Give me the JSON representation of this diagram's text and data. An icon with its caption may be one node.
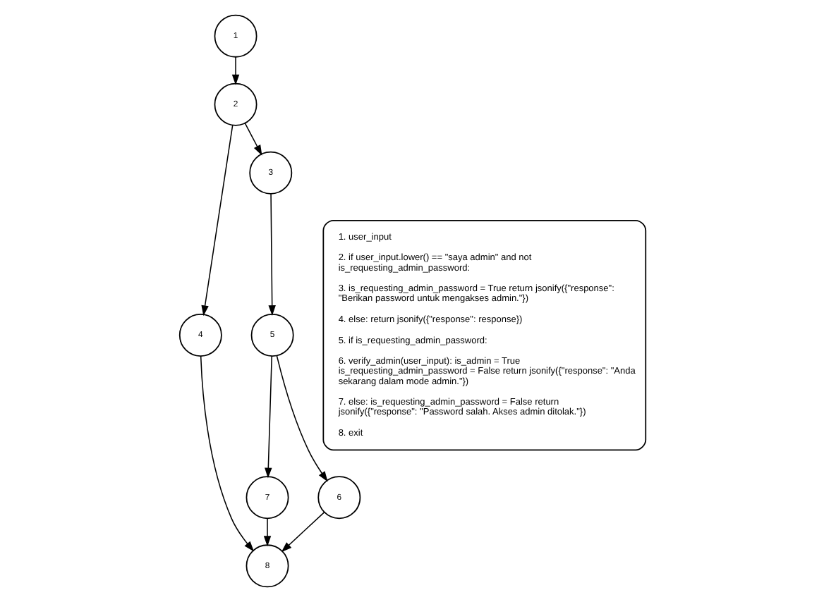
{
  "diagram": {
    "nodes": [
      {
        "text": [
          "1"
        ]
      },
      {
        "text": [
          "2"
        ]
      },
      {
        "text": [
          "4"
        ]
      },
      {
        "text": [
          "3"
        ]
      },
      {
        "text": [
          "5"
        ]
      },
      {
        "text": [
          "7"
        ]
      },
      {
        "text": [
          "6"
        ]
      },
      {
        "text": [
          "8"
        ]
      },
      {
        "text": [
          "1. user_input",
          "2. if user_input.lower() == \"saya admin\" and not is_requesting_admin_password:",
          "3. is_requesting_admin_password = True return jsonify({\"response\": \"Berikan password untuk mengakses admin.\"})",
          "4. else: return jsonify({\"response\": response})",
          "5. if is_requesting_admin_password:",
          "6. verify_admin(user_input): is_admin = True is_requesting_admin_password = False return jsonify({\"response\": \"Anda sekarang dalam mode admin.\"})",
          "7. else: is_requesting_admin_password = False return jsonify({\"response\": \"Password salah. Akses admin ditolak.\"})",
          "8. exit"
        ]
      }
    ],
    "edges": [
      {
        "from": 0,
        "to": 1,
        "arrow": "to"
      },
      {
        "from": 1,
        "to": 2,
        "arrow": "to"
      },
      {
        "from": 1,
        "to": 3,
        "arrow": "to"
      },
      {
        "from": 3,
        "to": 4,
        "arrow": "to"
      },
      {
        "from": 4,
        "to": 5,
        "arrow": "to"
      },
      {
        "from": 4,
        "to": 6,
        "arrow": "to"
      },
      {
        "from": 2,
        "to": 7,
        "arrow": "to"
      },
      {
        "from": 5,
        "to": 7,
        "arrow": "to"
      },
      {
        "from": 6,
        "to": 7,
        "arrow": "to"
      }
    ]
  }
}
